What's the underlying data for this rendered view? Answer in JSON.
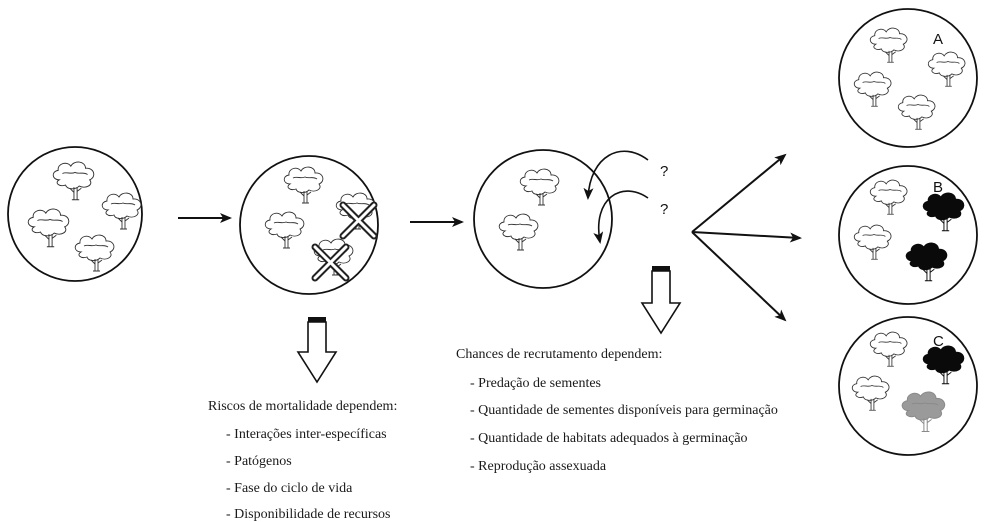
{
  "colors": {
    "line": "#111111",
    "tree_dark": "#0a0a0a",
    "tree_gray": "#9a9a9a",
    "tree_outline": "#333333"
  },
  "icons": [
    "tree-icon",
    "cross-icon",
    "arrow-icon",
    "curved-arrow-icon",
    "block-down-arrow-icon"
  ],
  "labels": {
    "a": "A",
    "b": "B",
    "c": "C",
    "q1": "?",
    "q2": "?"
  },
  "mortality": {
    "title": "Riscos de mortalidade dependem:",
    "items": [
      "- Interações inter-específicas",
      "- Patógenos",
      "- Fase do ciclo de vida",
      "- Disponibilidade de recursos"
    ]
  },
  "recruitment": {
    "title": "Chances de recrutamento dependem:",
    "items": [
      "- Predação de sementes",
      "- Quantidade de sementes disponíveis para germinação",
      "- Quantidade de habitats adequados à germinação",
      "- Reprodução assexuada"
    ]
  }
}
